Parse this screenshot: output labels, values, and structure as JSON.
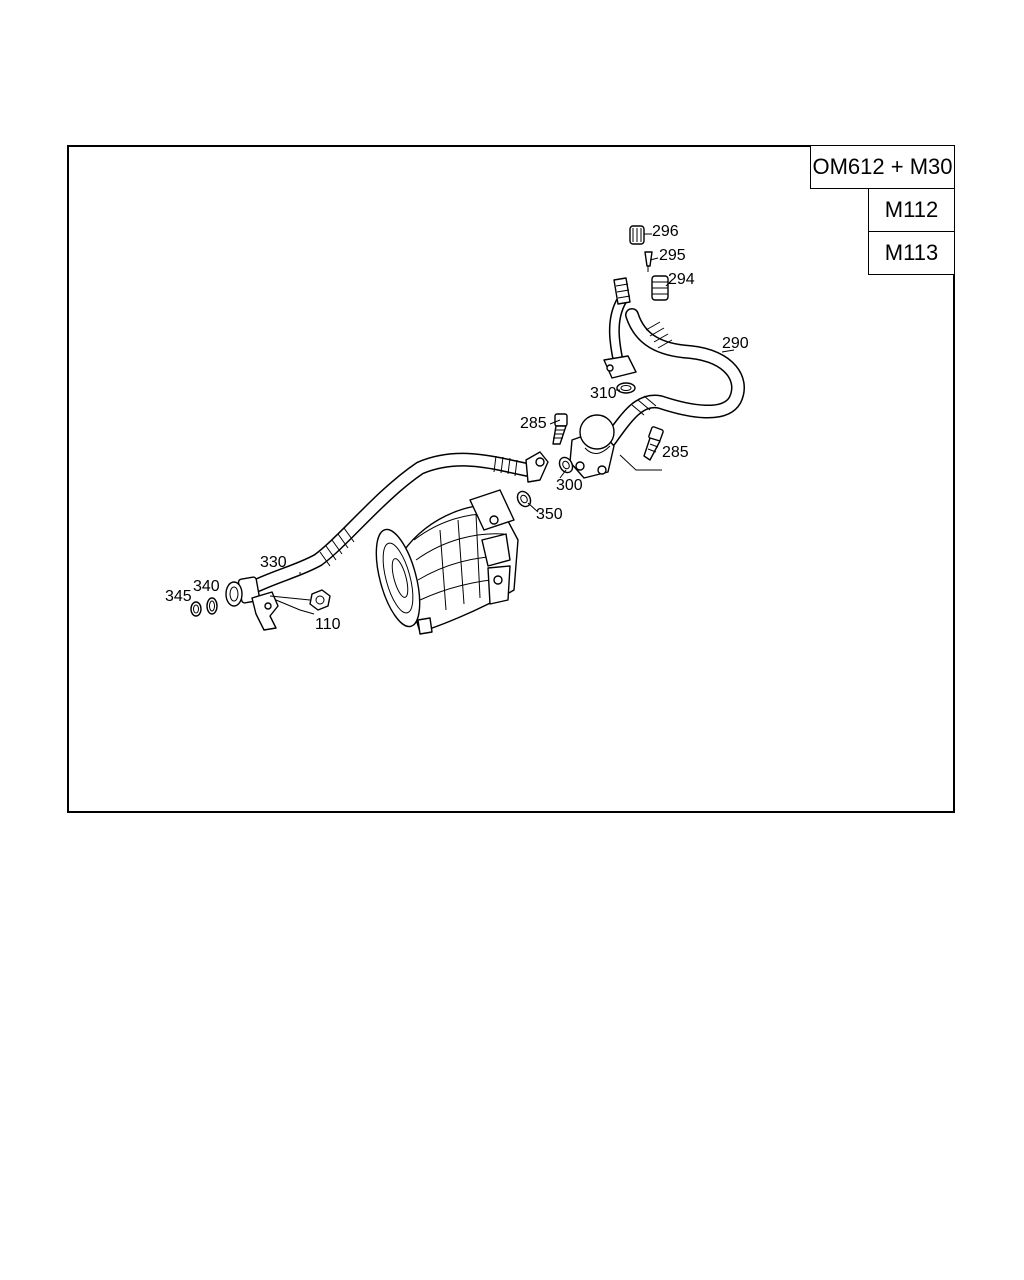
{
  "engine_tags": [
    {
      "label": "OM612 + M30"
    },
    {
      "label": "M112"
    },
    {
      "label": "M113"
    }
  ],
  "callouts": {
    "p296": "296",
    "p295": "295",
    "p294": "294",
    "p290": "290",
    "p310": "310",
    "p285a": "285",
    "p285b": "285",
    "p300": "300",
    "p350": "350",
    "p330": "330",
    "p340": "340",
    "p345": "345",
    "p110": "110"
  }
}
